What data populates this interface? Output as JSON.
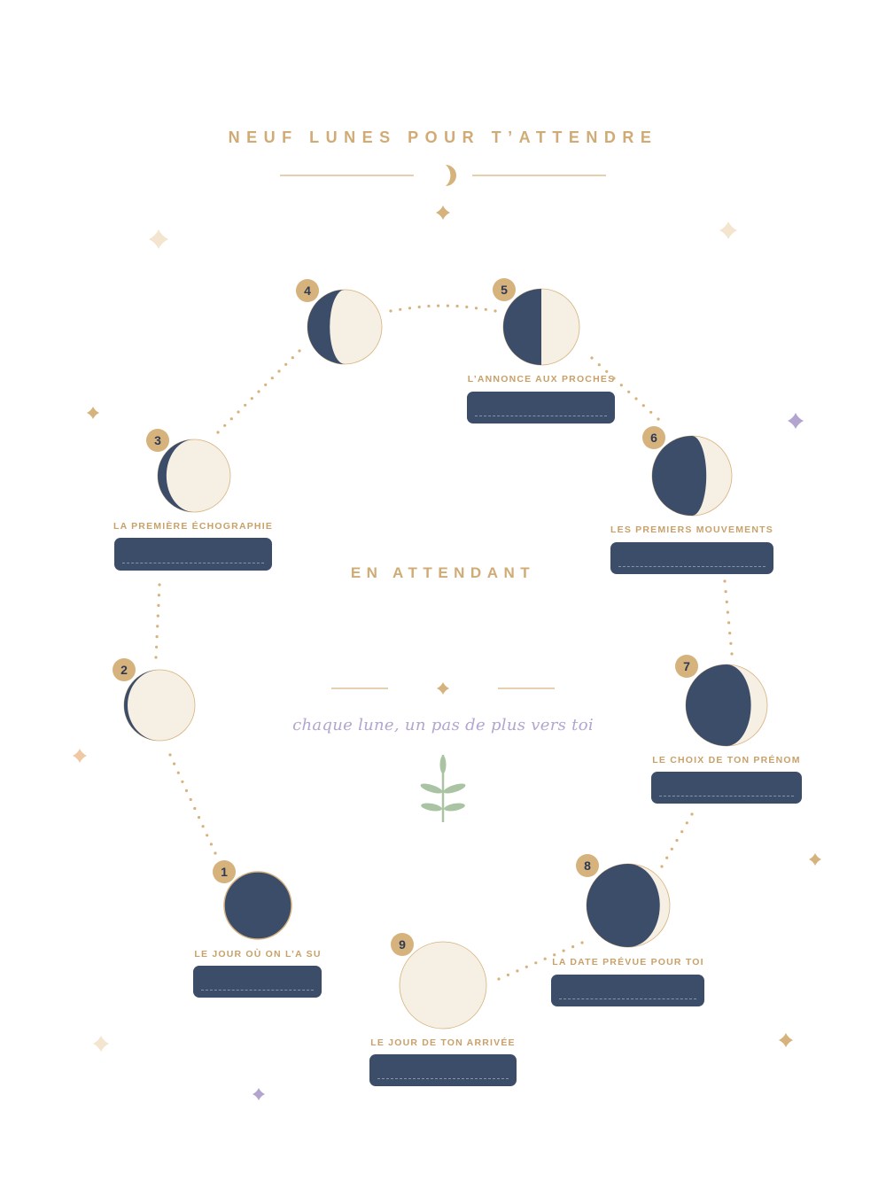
{
  "header": {
    "title": "NEUF LUNES POUR T’ATTENDRE",
    "divider_icon": "crescent-moon-icon"
  },
  "center": {
    "title": "EN ATTENDANT",
    "tagline": "chaque lune, un pas de plus vers toi",
    "icon": "leaf-sprig-icon"
  },
  "colors": {
    "navy": "#3c4d6a",
    "cream": "#f6efe3",
    "gold": "#d6b27c",
    "lavender": "#b3a5cf",
    "sage": "#a9c3a3"
  },
  "moons": [
    {
      "number": "1",
      "label": "LE JOUR OÙ ON L’A SU",
      "illumination": 0
    },
    {
      "number": "2",
      "label": "",
      "illumination": 0.05
    },
    {
      "number": "3",
      "label": "LA PREMIÈRE ÉCHOGRAPHIE",
      "illumination": 0.12
    },
    {
      "number": "4",
      "label": "",
      "illumination": 0.3
    },
    {
      "number": "5",
      "label": "L’ANNONCE AUX PROCHES",
      "illumination": 0.5
    },
    {
      "number": "6",
      "label": "LES PREMIERS MOUVEMENTS",
      "illumination": 0.68
    },
    {
      "number": "7",
      "label": "LE CHOIX DE TON PRÉNOM",
      "illumination": 0.8
    },
    {
      "number": "8",
      "label": "LA DATE PRÉVUE POUR TOI",
      "illumination": 0.88
    },
    {
      "number": "9",
      "label": "LE JOUR DE TON ARRIVÉE",
      "illumination": 1
    }
  ]
}
